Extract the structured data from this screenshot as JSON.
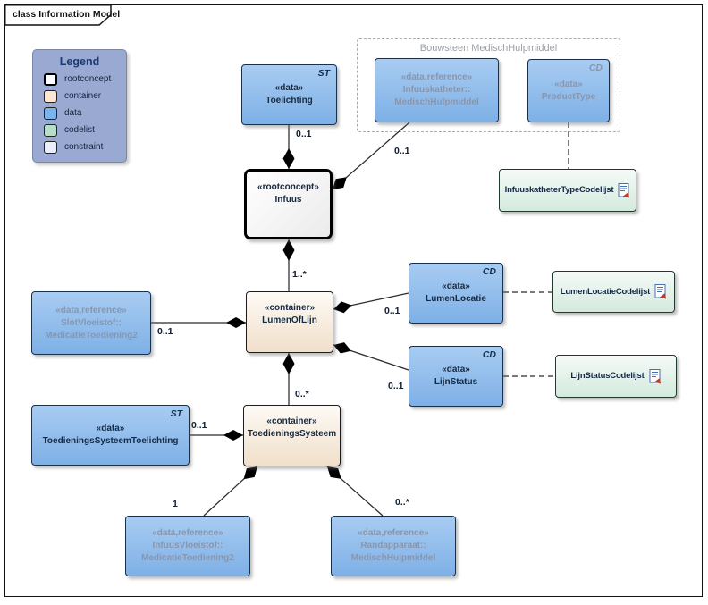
{
  "frame": {
    "title": "class Information Model"
  },
  "legend": {
    "title": "Legend",
    "items": [
      {
        "label": "rootconcept",
        "color": "#FFFFFF"
      },
      {
        "label": "container",
        "color": "#FBE7D3"
      },
      {
        "label": "data",
        "color": "#7CB3EA"
      },
      {
        "label": "codelist",
        "color": "#B5DFC8"
      },
      {
        "label": "constraint",
        "color": "#ECEEFB"
      }
    ]
  },
  "group": {
    "label": "Bouwsteen MedischHulpmiddel"
  },
  "nodes": {
    "toelichting": {
      "stereotype": "«data»",
      "name": "Toelichting",
      "tag": "ST"
    },
    "infuuskatheter": {
      "stereotype": "«data,reference»",
      "name_line1": "Infuuskatheter::",
      "name_line2": "MedischHulpmiddel"
    },
    "producttype": {
      "stereotype": "«data»",
      "name": "ProductType",
      "tag": "CD"
    },
    "infuuskathetertypecodelijst": {
      "name": "InfuuskatheterTypeCodelijst",
      "icon": "codelist-document-icon"
    },
    "infuus": {
      "stereotype": "«rootconcept»",
      "name": "Infuus"
    },
    "lumenoflijn": {
      "stereotype": "«container»",
      "name": "LumenOfLijn"
    },
    "lumenlocatie": {
      "stereotype": "«data»",
      "name": "LumenLocatie",
      "tag": "CD"
    },
    "lumenlocatiecodelijst": {
      "name": "LumenLocatieCodelijst",
      "icon": "codelist-document-icon"
    },
    "lijnstatus": {
      "stereotype": "«data»",
      "name": "LijnStatus",
      "tag": "CD"
    },
    "lijnstatuscodelijst": {
      "name": "LijnStatusCodelijst",
      "icon": "codelist-document-icon"
    },
    "slotvloeistof": {
      "stereotype": "«data,reference»",
      "name_line1": "SlotVloeistof::",
      "name_line2": "MedicatieToediening2"
    },
    "toedieningssysteemtoelichting": {
      "stereotype": "«data»",
      "name": "ToedieningsSysteemToelichting",
      "tag": "ST"
    },
    "toedieningssysteem": {
      "stereotype": "«container»",
      "name": "ToedieningsSysteem"
    },
    "infuusvloeistof": {
      "stereotype": "«data,reference»",
      "name_line1": "InfuusVloeistof::",
      "name_line2": "MedicatieToediening2"
    },
    "randapparaat": {
      "stereotype": "«data,reference»",
      "name_line1": "Randapparaat::",
      "name_line2": "MedischHulpmiddel"
    }
  },
  "edges": [
    {
      "from": "Toelichting",
      "to": "Infuus",
      "type": "composition",
      "multiplicity": "0..1"
    },
    {
      "from": "Infuuskatheter::MedischHulpmiddel",
      "to": "Infuus",
      "type": "composition",
      "multiplicity": "0..1"
    },
    {
      "from": "Infuus",
      "to": "LumenOfLijn",
      "type": "composition",
      "multiplicity": "1..*"
    },
    {
      "from": "SlotVloeistof::MedicatieToediening2",
      "to": "LumenOfLijn",
      "type": "composition",
      "multiplicity": "0..1"
    },
    {
      "from": "LumenOfLijn",
      "to": "LumenLocatie",
      "type": "composition",
      "multiplicity": "0..1"
    },
    {
      "from": "LumenOfLijn",
      "to": "LijnStatus",
      "type": "composition",
      "multiplicity": "0..1"
    },
    {
      "from": "LumenOfLijn",
      "to": "ToedieningsSysteem",
      "type": "composition",
      "multiplicity": "0..*"
    },
    {
      "from": "ToedieningsSysteemToelichting",
      "to": "ToedieningsSysteem",
      "type": "composition",
      "multiplicity": "0..1"
    },
    {
      "from": "ToedieningsSysteem",
      "to": "InfuusVloeistof::MedicatieToediening2",
      "type": "composition",
      "multiplicity": "1"
    },
    {
      "from": "ToedieningsSysteem",
      "to": "Randapparaat::MedischHulpmiddel",
      "type": "composition",
      "multiplicity": "0..*"
    },
    {
      "from": "ProductType",
      "to": "InfuuskatheterTypeCodelijst",
      "type": "dashed-dependency",
      "multiplicity": ""
    },
    {
      "from": "LumenLocatie",
      "to": "LumenLocatieCodelijst",
      "type": "dashed-dependency",
      "multiplicity": ""
    },
    {
      "from": "LijnStatus",
      "to": "LijnStatusCodelijst",
      "type": "dashed-dependency",
      "multiplicity": ""
    }
  ],
  "colors": {
    "data_fill": "#7CB3EA",
    "container_fill": "#F1DFCA",
    "rootconcept_fill": "#FFFFFF",
    "codelist_fill": "#D4EADD",
    "constraint_fill": "#ECEEFB",
    "legend_bg": "#99A9D2",
    "reference_text": "#8796AF",
    "line": "#2B2B2B"
  }
}
